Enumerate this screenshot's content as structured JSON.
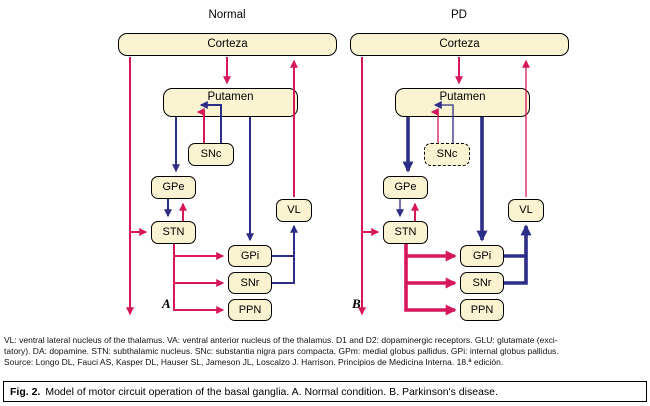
{
  "figure": {
    "panelA": {
      "title": "Normal",
      "panel_label": "A",
      "nodes": {
        "corteza": "Corteza",
        "putamen": "Putamen",
        "snc": "SNc",
        "gpe": "GPe",
        "stn": "STN",
        "vl": "VL",
        "gpi": "GPi",
        "snr": "SNr",
        "ppn": "PPN"
      }
    },
    "panelB": {
      "title": "PD",
      "panel_label": "B",
      "nodes": {
        "corteza": "Corteza",
        "putamen": "Putamen",
        "snc": "SNc",
        "gpe": "GPe",
        "stn": "STN",
        "vl": "VL",
        "gpi": "GPi",
        "snr": "SNr",
        "ppn": "PPN"
      }
    }
  },
  "legend": {
    "line1": "VL: ventral lateral nucleus of the thalamus. VA: ventral anterior nucleus of the thalamus. D1 and D2: dopaminergic receptors. GLU: glutamate (exci-",
    "line2": "tatory). DA: dopamine. STN: subthalamic nucleus. SNc: substantia nigra pars compacta. GPm: medial globus pallidus. GPi: internal globus pallidus.",
    "line3": "Source: Longo DL, Fauci AS, Kasper DL, Hauser SL, Jameson JL, Loscalzo J. Harrison. Principios de Medicina Interna. 18.ª edición."
  },
  "caption": {
    "prefix": "Fig. 2.",
    "body": "Model of motor circuit operation of the basal ganglia. A. Normal condition. B. Parkinson's disease."
  },
  "colors": {
    "excitatory": "#d6175b",
    "inhibitory": "#2d2e87",
    "boxFill": "#faf3d2"
  }
}
